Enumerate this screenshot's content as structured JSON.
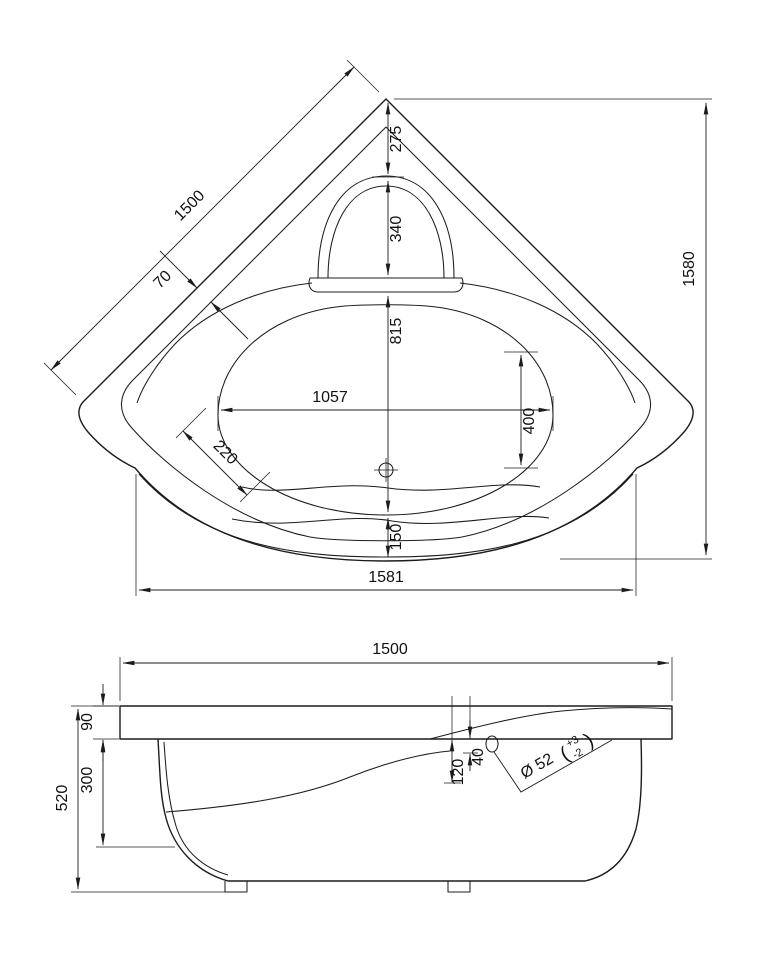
{
  "title": "corner-bathtub-technical-drawing",
  "colors": {
    "line": "#1c1c1c",
    "background": "#ffffff"
  },
  "top_view": {
    "side_length": "1500",
    "rim_width": "70",
    "corner_edge": "220",
    "apex_to_headrest": "275",
    "headrest_length": "340",
    "basin_length": "815",
    "basin_width": "1057",
    "seat_width": "400",
    "front_rim": "150",
    "overall_width": "1581",
    "overall_depth": "1580"
  },
  "side_view": {
    "width": "1500",
    "rim_height": "90",
    "inner_depth": "300",
    "overall_height": "520",
    "drain_depth": "120",
    "drain_offset": "40",
    "drain_diameter": "Ø 52",
    "tol_open": "(",
    "tol_plus": "+3",
    "tol_minus": "-2",
    "tol_close": ")"
  }
}
